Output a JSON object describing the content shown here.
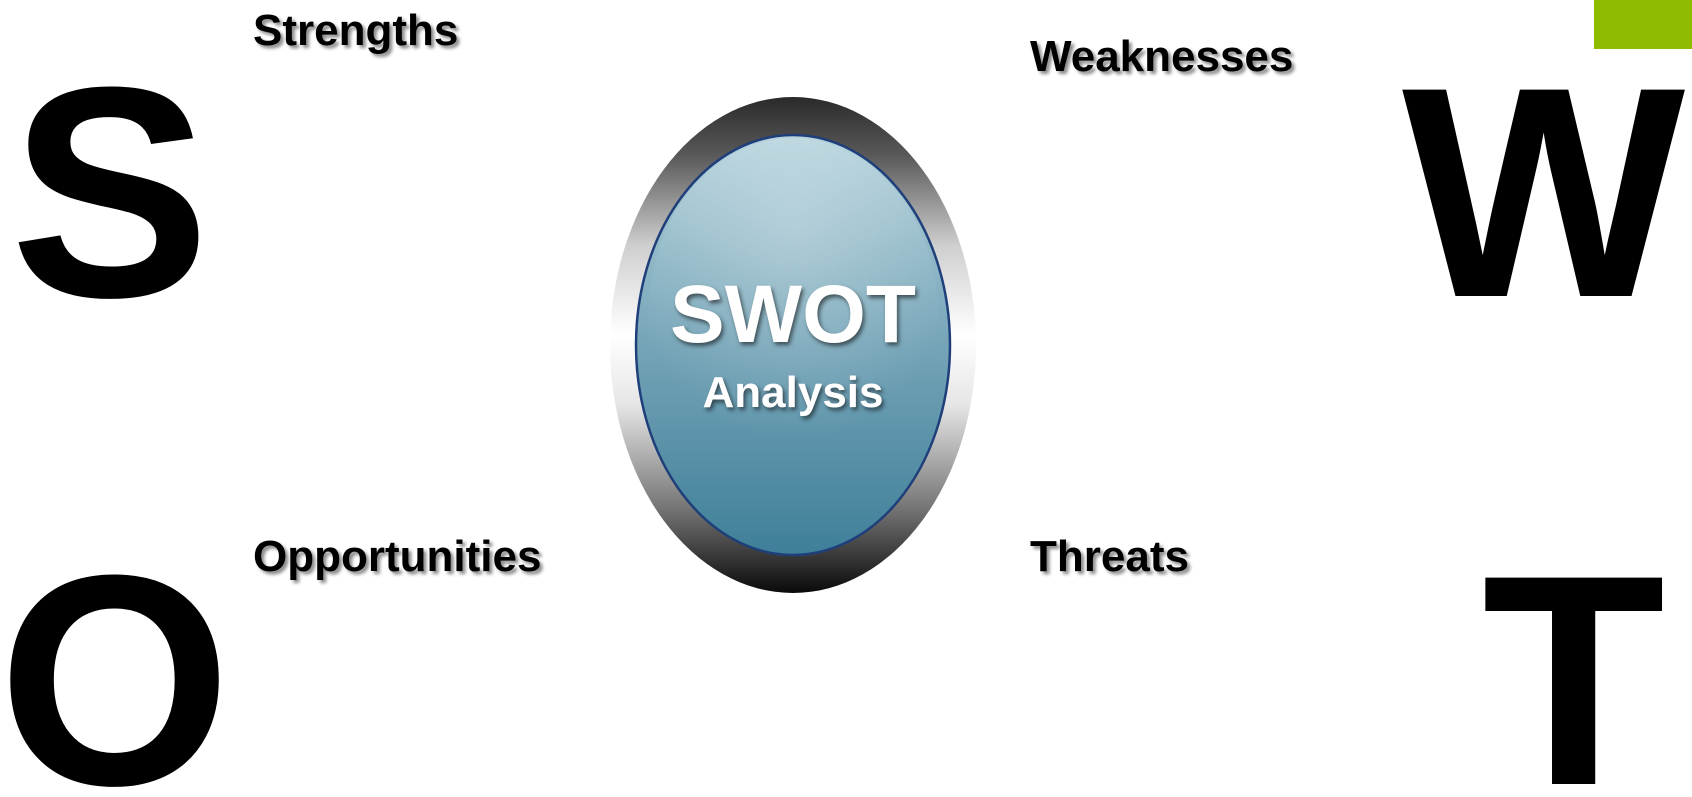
{
  "colors": {
    "accent": "#8fbc00",
    "badge_fill_top": "#b5d2dc",
    "badge_fill_bottom": "#3f7f99",
    "badge_outline": "#1f3f7a",
    "text": "#000000"
  },
  "letters": {
    "s": "S",
    "w": "W",
    "o": "O",
    "t": "T"
  },
  "quadrants": {
    "strengths": "Strengths",
    "weaknesses": "Weaknesses",
    "opportunities": "Opportunities",
    "threats": "Threats"
  },
  "center": {
    "title": "SWOT",
    "subtitle": "Analysis"
  }
}
